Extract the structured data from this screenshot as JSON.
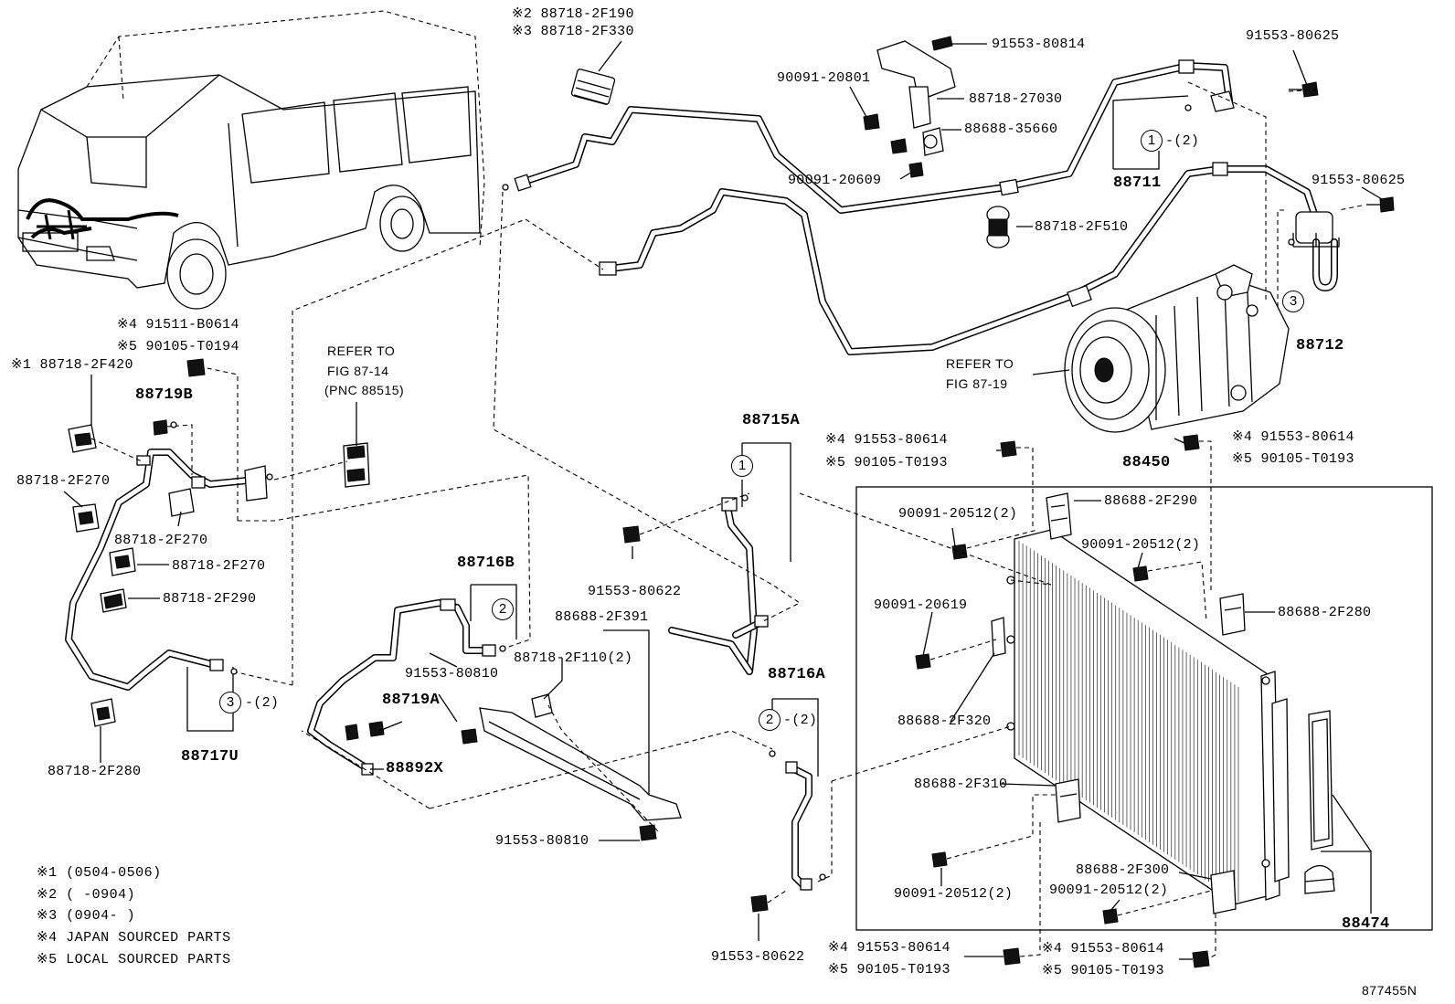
{
  "labels": {
    "p88718_2f190": "※2 88718-2F190",
    "p88718_2f330": "※3 88718-2F330",
    "p91553_80814": "91553-80814",
    "p90091_20801": "90091-20801",
    "p88718_27030": "88718-27030",
    "p88688_35660": "88688-35660",
    "p90091_20609": "90091-20609",
    "p88711": "88711",
    "p91553_80625_a": "91553-80625",
    "p91553_80625_b": "91553-80625",
    "p88718_2f510": "88718-2F510",
    "p88712": "88712",
    "p91511_b0614": "※4 91511-B0614",
    "p90105_t0194": "※5 90105-T0194",
    "p88718_2f420": "※1 88718-2F420",
    "p88719b": "88719B",
    "p88718_2f270_a": "88718-2F270",
    "p88718_2f270_b": "88718-2F270",
    "p88718_2f270_c": "88718-2F270",
    "p88718_2f290": "88718-2F290",
    "p88718_2f280": "88718-2F280",
    "p88717u": "88717U",
    "p88716b": "88716B",
    "p88688_2f391": "88688-2F391",
    "p88718_2f110": "88718-2F110(2)",
    "p91553_80810_a": "91553-80810",
    "p88719a": "88719A",
    "p88892x": "88892X",
    "p91553_80810_b": "91553-80810",
    "p91553_80622_a": "91553-80622",
    "p88715a": "88715A",
    "p88716a": "88716A",
    "p91553_80622_b": "91553-80622",
    "p91553_80614_a": "※4 91553-80614",
    "p90105_t0193_a": "※5 90105-T0193",
    "p91553_80614_b": "※4 91553-80614",
    "p90105_t0193_b": "※5 90105-T0193",
    "p88450": "88450",
    "p90091_20512_a": "90091-20512(2)",
    "p88688_2f290": "88688-2F290",
    "p90091_20512_b": "90091-20512(2)",
    "p90091_20619": "90091-20619",
    "p88688_2f280": "88688-2F280",
    "p88688_2f320": "88688-2F320",
    "p88688_2f310": "88688-2F310",
    "p90091_20512_c": "90091-20512(2)",
    "p88688_2f300": "88688-2F300",
    "p90091_20512_d": "90091-20512(2)",
    "p88474": "88474",
    "p91553_80614_c": "※4 91553-80614",
    "p90105_t0193_c": "※5 90105-T0193",
    "p91553_80614_d": "※4 91553-80614",
    "p90105_t0193_d": "※5 90105-T0193"
  },
  "refs": {
    "refer_a_1": "REFER TO",
    "refer_a_2": "FIG 87-14",
    "refer_a_3": "(PNC 88515)",
    "refer_b_1": "REFER TO",
    "refer_b_2": "FIG 87-19"
  },
  "callouts": {
    "c1_top": "1",
    "c1_top_qty": "-(2)",
    "c3_right": "3",
    "c1_mid": "1",
    "c2_mid": "2",
    "c3_left": "3",
    "c3_left_qty": "-(2)",
    "c2_low": "2",
    "c2_low_qty": "-(2)"
  },
  "notes": [
    "※1 (0504-0506)",
    "※2 (      -0904)",
    "※3 (0904-      )",
    "※4 JAPAN SOURCED PARTS",
    "※5 LOCAL SOURCED PARTS"
  ],
  "figure_id": "877455N"
}
